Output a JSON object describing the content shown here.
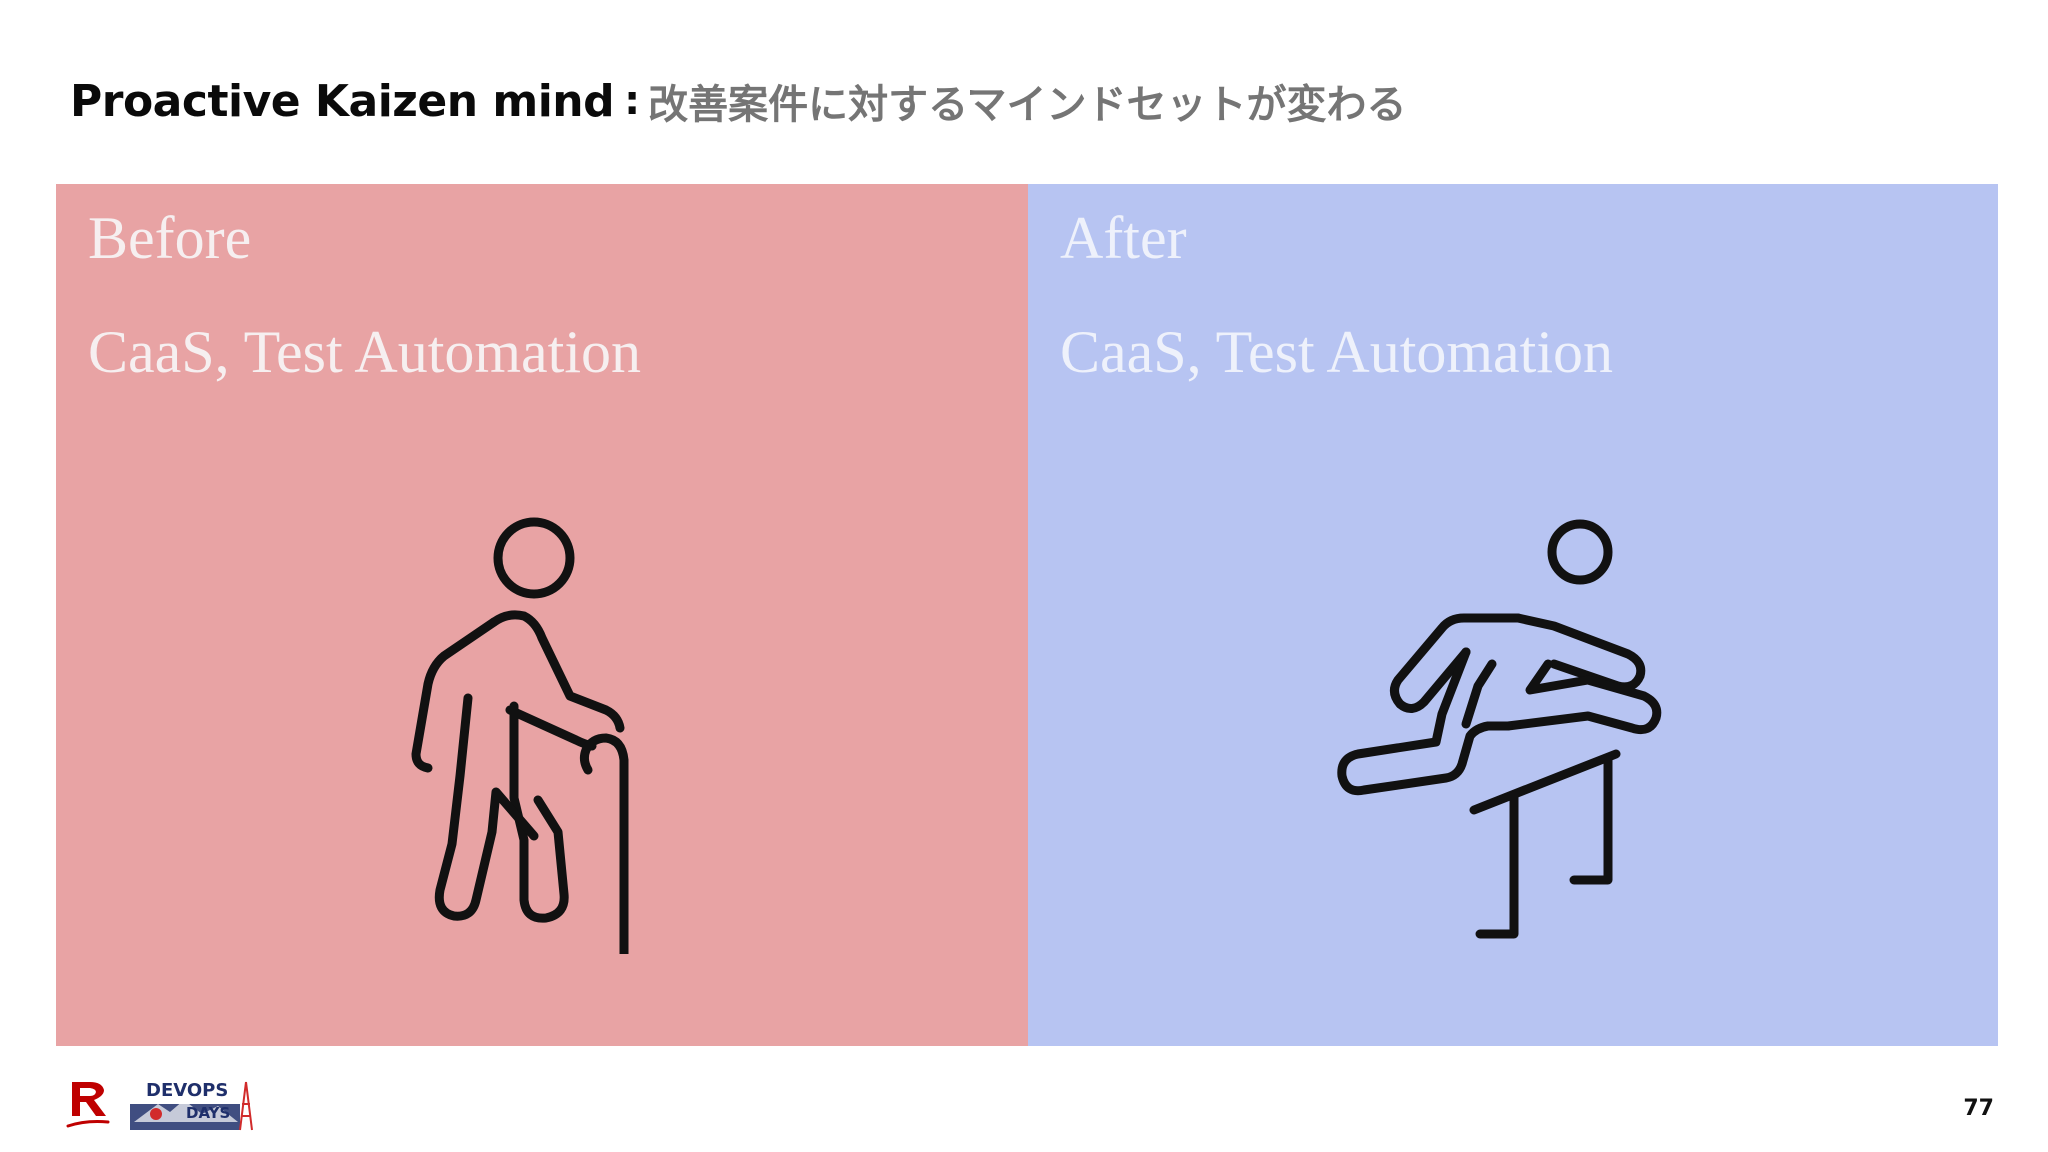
{
  "slide": {
    "title_en": "Proactive Kaizen mind",
    "title_separator": ":",
    "title_jp": "改善案件に対するマインドセットが変わる",
    "page_number": "77"
  },
  "panels": {
    "before": {
      "heading": "Before",
      "subheading": "CaaS, Test Automation",
      "icon": "elderly-person-with-cane-icon",
      "color": "#e8a3a4"
    },
    "after": {
      "heading": "After",
      "subheading": "CaaS, Test Automation",
      "icon": "person-hurdling-icon",
      "color": "#b7c4f2"
    }
  },
  "footer": {
    "logos": [
      "rakuten-r-logo",
      "devops-days-tokyo-logo"
    ],
    "devops_logo_text": [
      "DEVOPS",
      "DAYS"
    ]
  }
}
